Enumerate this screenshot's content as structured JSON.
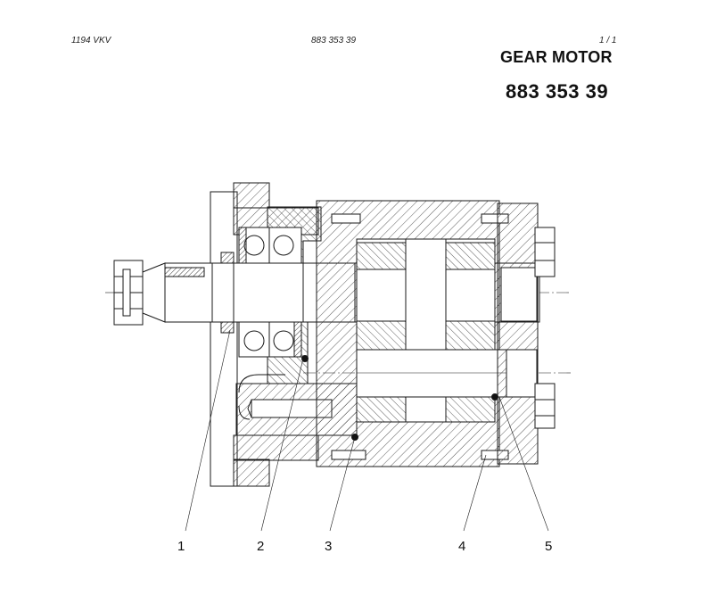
{
  "header": {
    "doc_code": "1194 VKV",
    "ref_number": "883 353 39",
    "page": "1  /  1"
  },
  "title": "GEAR MOTOR",
  "part_number": "883 353 39",
  "callouts": [
    "1",
    "2",
    "3",
    "4",
    "5"
  ]
}
